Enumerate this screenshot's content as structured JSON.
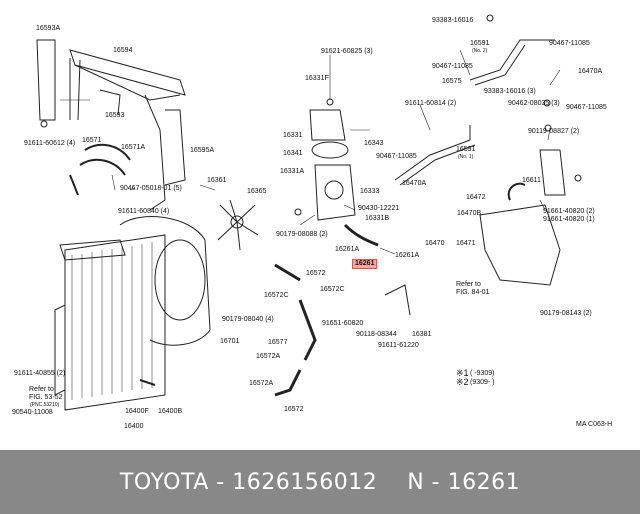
{
  "labels": [
    "16593A",
    "16594",
    "91621-60825 (3)",
    "93383-16016",
    "16591",
    "(No. 2)",
    "90467-11085",
    "90467-11085",
    "16331F",
    "16593",
    "16575",
    "93383-16016 (3)",
    "16470A",
    "90462-08035 (3)",
    "91611-60814 (2)",
    "90467-11085",
    "16571",
    "91611-60612 (4)",
    "16571A",
    "16595A",
    "16331",
    "16341",
    "16343",
    "90467-11085",
    "16591",
    "(No. 1)",
    "90119-08827 (2)",
    "16331A",
    "16470A",
    "16611",
    "16361",
    "16365",
    "90467-05018-01 (5)",
    "91611-60840 (4)",
    "16333",
    "90430-12221",
    "16331B",
    "16472",
    "16470B",
    "91661-40820 (2)",
    "91661-40820 (1)",
    "90179-08088 (2)",
    "16261A",
    "16261A",
    "16261",
    "16470",
    "16471",
    "16572",
    "16572C",
    "16572C",
    "Refer to",
    "FIG. 84-01",
    "90179-08040 (4)",
    "91651-60820",
    "90118-08344",
    "16381",
    "16701",
    "16577",
    "91611-61220",
    "90179-08143 (2)",
    "16572A",
    "91611-40855 (2)",
    "Refer to",
    "FIG. 53-52",
    "(PNC 53210)",
    "90540-11008",
    "16572A",
    "16400F",
    "16400B",
    "16572",
    "16400",
    "MA C063-H"
  ],
  "ref_note": {
    "line1_mark": "※1",
    "line1_range": "(     -9309)",
    "line2_mark": "※2",
    "line2_range": "(9309-     )"
  },
  "highlight_part": "16261",
  "footer": {
    "brand": "TOYOTA",
    "sep1": " - ",
    "part_number": "1626156012",
    "sep2": "    ",
    "prefix": "N",
    "sep3": " - ",
    "code": "16261"
  },
  "colors": {
    "footer_bg": "#888888",
    "highlight": "#f4a6a0",
    "line": "#222222"
  }
}
